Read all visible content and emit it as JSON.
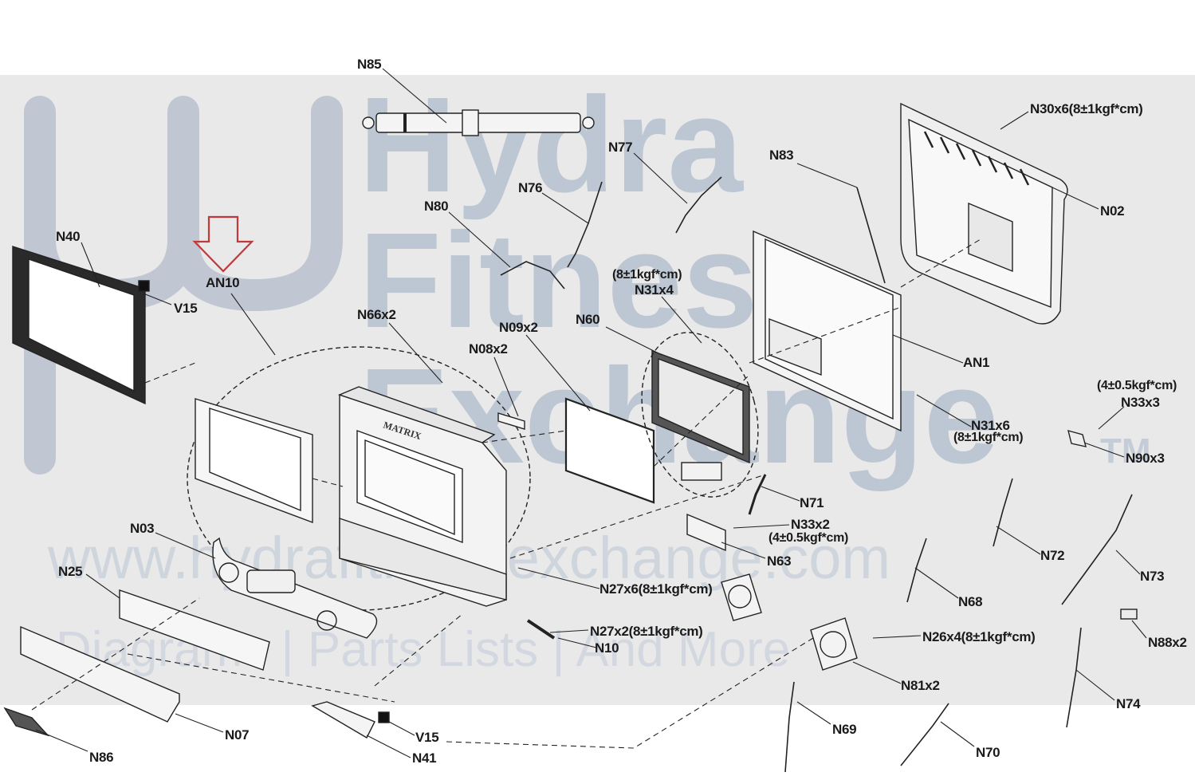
{
  "watermark": {
    "brand_line1": "Hydra",
    "brand_line2": "Fitness",
    "brand_line3": "Exchange",
    "trademark": "TM",
    "url": "www.hydrafitnessexchange.com",
    "tagline": "Diagrams | Parts Lists | And More"
  },
  "console_brand": "MATRIX",
  "highlight": {
    "target": "AN10",
    "arrow_color": "#c0393b"
  },
  "labels": {
    "N85": "N85",
    "N77": "N77",
    "N76": "N76",
    "N80": "N80",
    "N83": "N83",
    "N30": "N30x6(8±1kgf*cm)",
    "N02": "N02",
    "N40": "N40",
    "AN10": "AN10",
    "V15_top": "V15",
    "N66": "N66x2",
    "N09": "N09x2",
    "N08": "N08x2",
    "N60": "N60",
    "N31x4_torque": "(8±1kgf*cm)",
    "N31x4": "N31x4",
    "AN1": "AN1",
    "N33x3_torque": "(4±0.5kgf*cm)",
    "N33x3": "N33x3",
    "N31x6": "N31x6",
    "N31x6_torque": "(8±1kgf*cm)",
    "N90": "N90x3",
    "N71": "N71",
    "N33x2": "N33x2",
    "N33x2_torque": "(4±0.5kgf*cm)",
    "N63": "N63",
    "N72": "N72",
    "N73": "N73",
    "N03": "N03",
    "N25": "N25",
    "N27x6": "N27x6(8±1kgf*cm)",
    "N68": "N68",
    "N88": "N88x2",
    "N27x2": "N27x2(8±1kgf*cm)",
    "N10": "N10",
    "N26": "N26x4(8±1kgf*cm)",
    "N81": "N81x2",
    "N74": "N74",
    "N07": "N07",
    "V15_bottom": "V15",
    "N86": "N86",
    "N41": "N41",
    "N69": "N69",
    "N70": "N70"
  }
}
